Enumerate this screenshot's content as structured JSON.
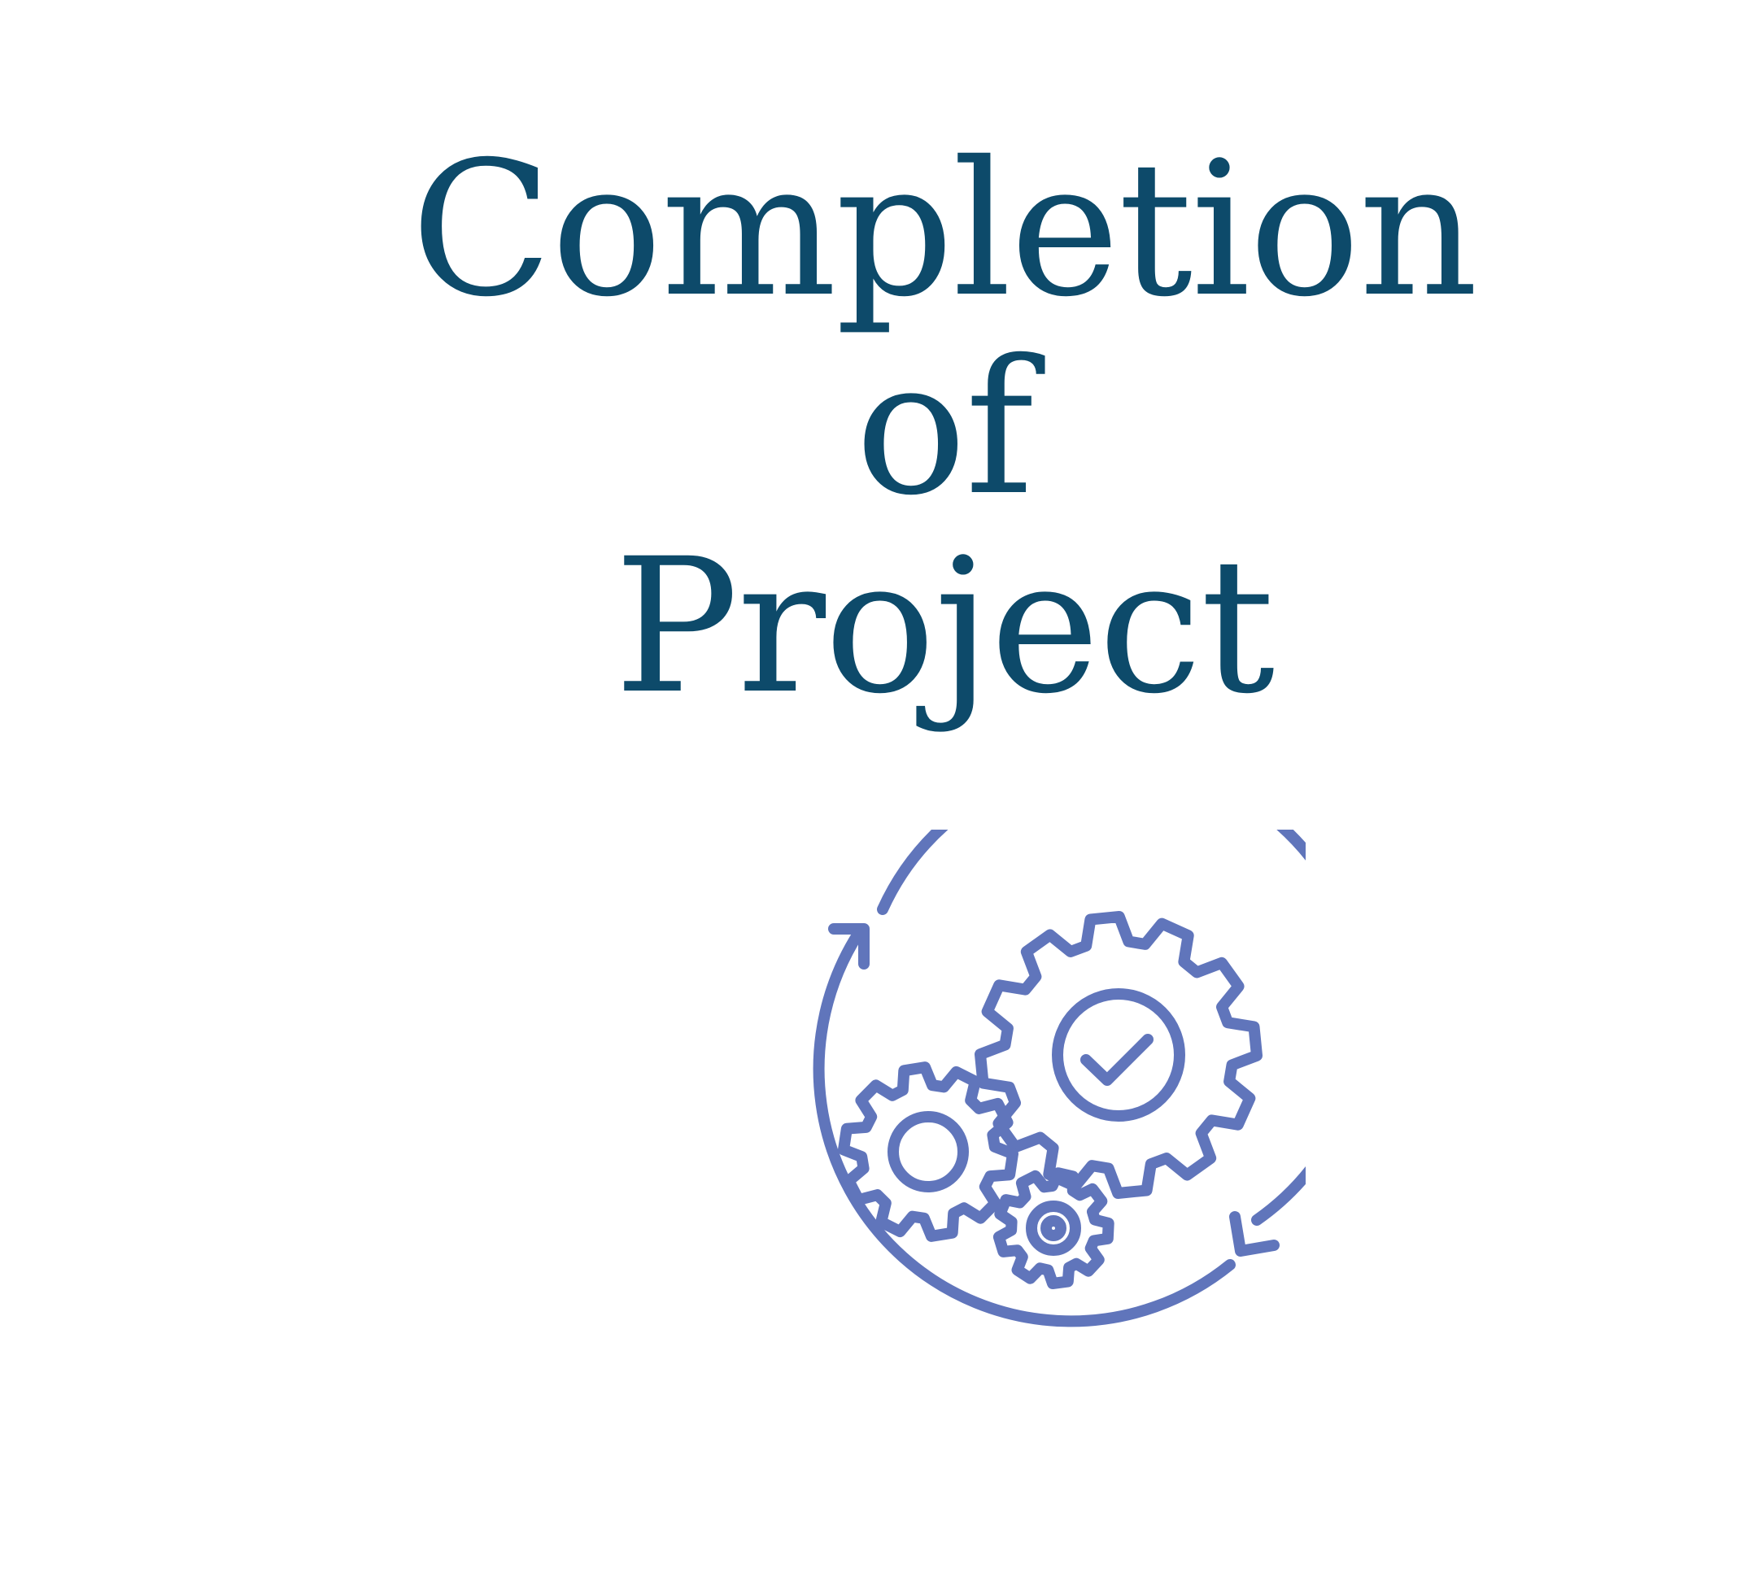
{
  "title": {
    "line1": "Completion",
    "line2": "of",
    "line3": "Project"
  },
  "icon": {
    "name": "gears-cycle-check-icon"
  },
  "colors": {
    "title": "#0d4a6a",
    "icon": "#6075bb",
    "background": "#ffffff"
  }
}
